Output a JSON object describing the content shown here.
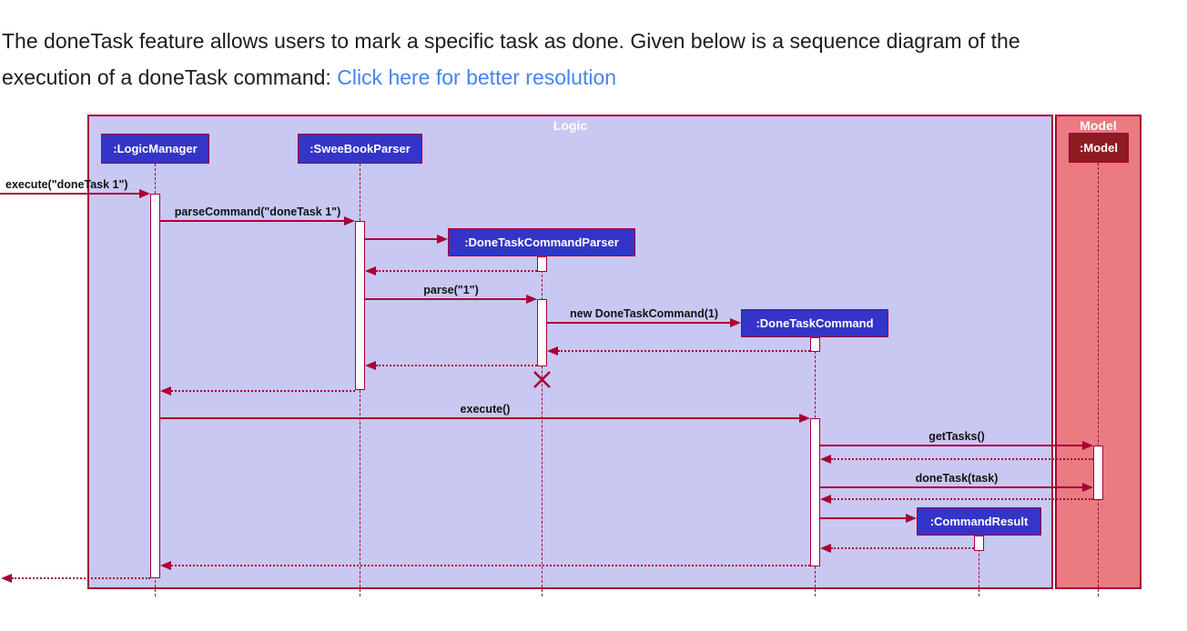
{
  "intro": {
    "text": "The doneTask feature allows users to mark a specific task as done. Given below is a sequence diagram of the execution of a doneTask command: ",
    "link_text": "Click here for better resolution"
  },
  "sequence_diagram": {
    "frames": [
      {
        "label": "Logic"
      },
      {
        "label": "Model"
      }
    ],
    "participants": [
      {
        "name": ":LogicManager",
        "frame": "Logic"
      },
      {
        "name": ":SweeBookParser",
        "frame": "Logic"
      },
      {
        "name": ":DoneTaskCommandParser",
        "frame": "Logic"
      },
      {
        "name": ":DoneTaskCommand",
        "frame": "Logic"
      },
      {
        "name": ":CommandResult",
        "frame": "Logic"
      },
      {
        "name": ":Model",
        "frame": "Model"
      }
    ],
    "messages": [
      {
        "label": "execute(\"doneTask 1\")",
        "from": "caller",
        "to": ":LogicManager",
        "kind": "call"
      },
      {
        "label": "parseCommand(\"doneTask 1\")",
        "from": ":LogicManager",
        "to": ":SweeBookParser",
        "kind": "call"
      },
      {
        "label": "",
        "from": ":SweeBookParser",
        "to": ":DoneTaskCommandParser",
        "kind": "create"
      },
      {
        "label": "",
        "from": ":DoneTaskCommandParser",
        "to": ":SweeBookParser",
        "kind": "return"
      },
      {
        "label": "parse(\"1\")",
        "from": ":SweeBookParser",
        "to": ":DoneTaskCommandParser",
        "kind": "call"
      },
      {
        "label": "new DoneTaskCommand(1)",
        "from": ":DoneTaskCommandParser",
        "to": ":DoneTaskCommand",
        "kind": "create"
      },
      {
        "label": "",
        "from": ":DoneTaskCommand",
        "to": ":DoneTaskCommandParser",
        "kind": "return"
      },
      {
        "label": "",
        "from": ":DoneTaskCommandParser",
        "to": ":SweeBookParser",
        "kind": "return"
      },
      {
        "label": "",
        "from": ":SweeBookParser",
        "to": ":LogicManager",
        "kind": "return"
      },
      {
        "label": "execute()",
        "from": ":LogicManager",
        "to": ":DoneTaskCommand",
        "kind": "call"
      },
      {
        "label": "getTasks()",
        "from": ":DoneTaskCommand",
        "to": ":Model",
        "kind": "call"
      },
      {
        "label": "",
        "from": ":Model",
        "to": ":DoneTaskCommand",
        "kind": "return"
      },
      {
        "label": "doneTask(task)",
        "from": ":DoneTaskCommand",
        "to": ":Model",
        "kind": "call"
      },
      {
        "label": "",
        "from": ":Model",
        "to": ":DoneTaskCommand",
        "kind": "return"
      },
      {
        "label": "",
        "from": ":DoneTaskCommand",
        "to": ":CommandResult",
        "kind": "create"
      },
      {
        "label": "",
        "from": ":CommandResult",
        "to": ":DoneTaskCommand",
        "kind": "return"
      },
      {
        "label": "",
        "from": ":DoneTaskCommand",
        "to": ":LogicManager",
        "kind": "return"
      },
      {
        "label": "",
        "from": ":LogicManager",
        "to": "caller",
        "kind": "return"
      }
    ],
    "destroyed_participant": ":DoneTaskCommandParser",
    "colors": {
      "arrow": "#A80036",
      "logic_frame_fill": "#C9C8F2",
      "model_frame_fill": "#E97B81",
      "logic_participant_fill": "#3434C8",
      "model_participant_fill": "#8E1B22",
      "participant_text": "#FFFFFF",
      "frame_label_text": "#FFFFFF",
      "message_text": "#121212",
      "link": "#4285F4"
    }
  }
}
